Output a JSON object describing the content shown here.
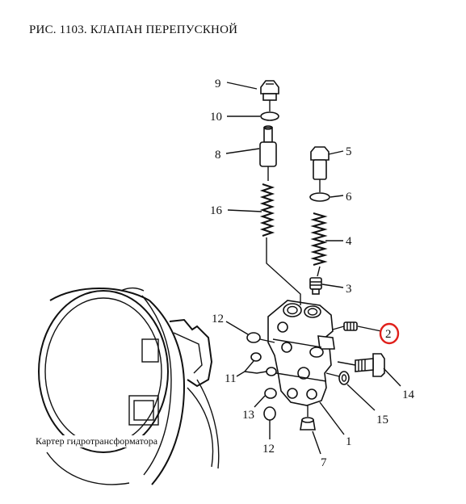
{
  "title": "РИС. 1103. КЛАПАН ПЕРЕПУСКНОЙ",
  "housing_label": "Картер гидротрансформатора",
  "highlight_color": "#e0201b",
  "highlighted_callout": "2",
  "callouts": {
    "c1": "1",
    "c2": "2",
    "c3": "3",
    "c4": "4",
    "c5": "5",
    "c6": "6",
    "c7": "7",
    "c8": "8",
    "c9": "9",
    "c10": "10",
    "c11": "11",
    "c12a": "12",
    "c12b": "12",
    "c13": "13",
    "c14": "14",
    "c15": "15",
    "c16": "16"
  }
}
